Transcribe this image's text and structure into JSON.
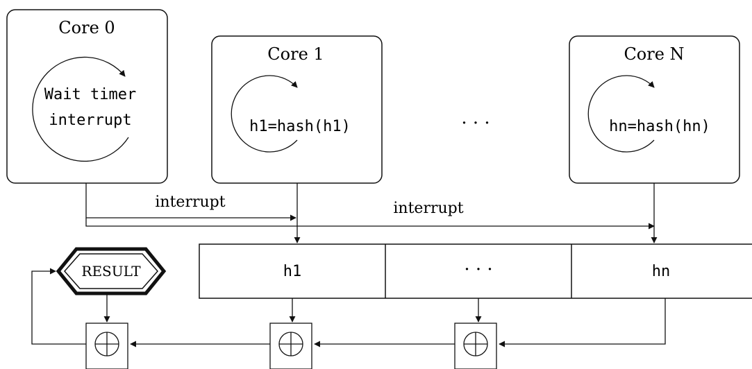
{
  "cores": [
    {
      "title": "Core 0",
      "loop_text": [
        "Wait timer",
        "interrupt"
      ]
    },
    {
      "title": "Core 1",
      "loop_text": [
        "h1=hash(h1)"
      ]
    },
    {
      "title": "Core N",
      "loop_text": [
        "hn=hash(hn)"
      ]
    }
  ],
  "between_cores_ellipsis": "· · ·",
  "interrupt_labels": [
    "interrupt",
    "interrupt"
  ],
  "buffer_cells": [
    "h1",
    "· · ·",
    "hn"
  ],
  "result_label": "RESULT",
  "xor_symbol": "⊕"
}
